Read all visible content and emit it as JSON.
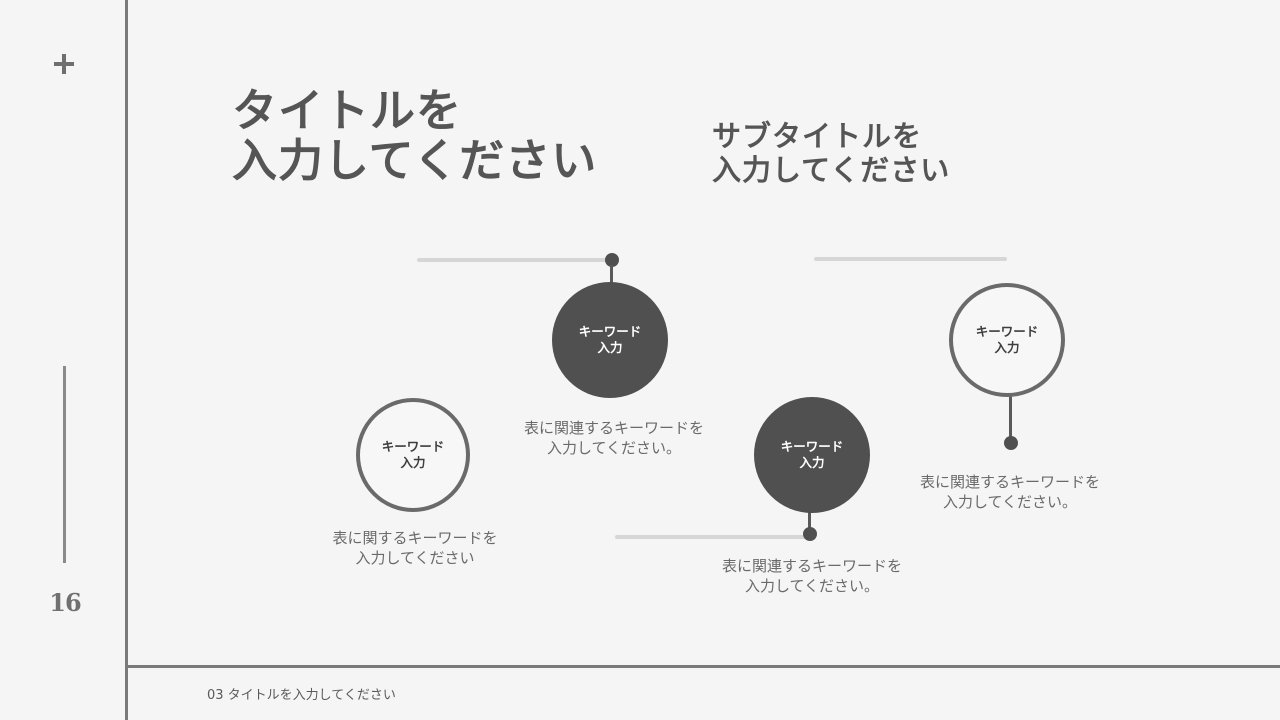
{
  "slide": {
    "page_number": "16",
    "plus_icon": "plus-icon",
    "title_lines": [
      "タイトルを",
      "入力してください"
    ],
    "subtitle_lines": [
      "サブタイトルを",
      "入力してください"
    ],
    "footer": "03 タイトルを入力してください"
  },
  "nodes": [
    {
      "label_lines": [
        "キーワード",
        "入力"
      ],
      "style": "outline",
      "desc_lines": [
        "表に関するキーワードを",
        "入力してください"
      ]
    },
    {
      "label_lines": [
        "キーワード",
        "入力"
      ],
      "style": "filled",
      "desc_lines": [
        "表に関連するキーワードを",
        "入力してください。"
      ]
    },
    {
      "label_lines": [
        "キーワード",
        "入力"
      ],
      "style": "filled",
      "desc_lines": [
        "表に関連するキーワードを",
        "入力してください。"
      ]
    },
    {
      "label_lines": [
        "キーワード",
        "入力"
      ],
      "style": "outline",
      "desc_lines": [
        "表に関連するキーワードを",
        "入力してください。"
      ]
    }
  ],
  "colors": {
    "background": "#f5f5f5",
    "dark": "#505050",
    "frame_line": "#7a7a7a",
    "connector_light": "#d6d6d6",
    "text": "#555555"
  }
}
